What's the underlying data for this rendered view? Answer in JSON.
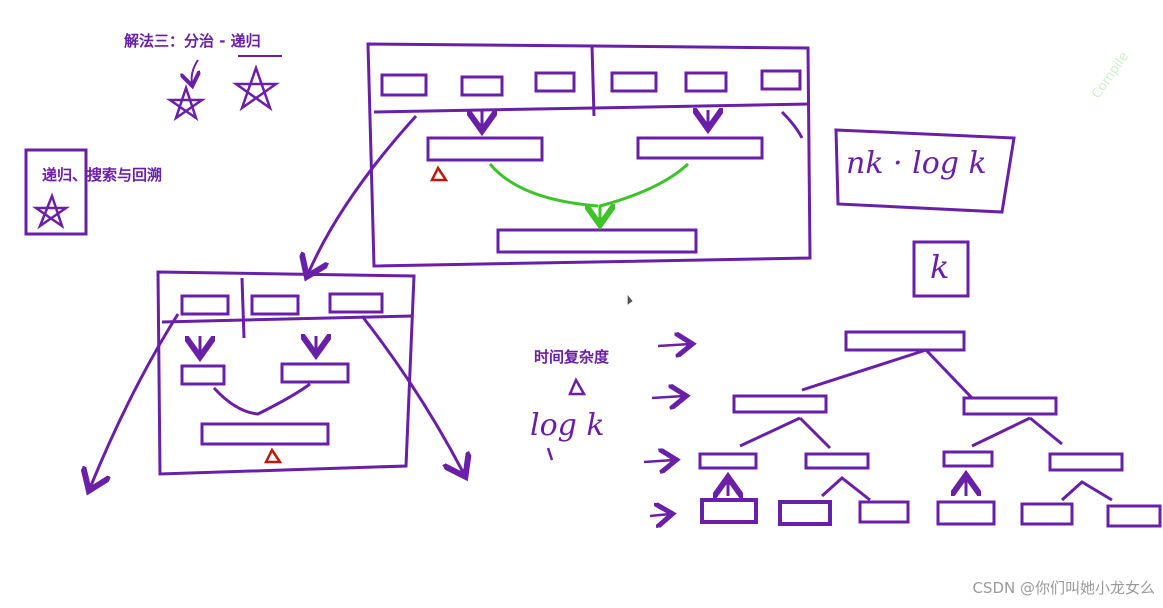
{
  "labels": {
    "title_method3": "解法三：分治 - 递归",
    "recursion_search_backtrack": "递归、搜索与回溯",
    "time_complexity": "时间复杂度",
    "log_k": "log k",
    "k": "k",
    "nk_logk": "nk · log k"
  },
  "watermark": "CSDN @你们叫她小龙女么",
  "faint_watermark": "Compile",
  "colors": {
    "ink_purple": "#6a1fa8",
    "merge_green": "#3ec42a",
    "marker_red": "#c0180c"
  },
  "icons": [
    "star-icon",
    "delta-icon",
    "arrow-icon"
  ]
}
